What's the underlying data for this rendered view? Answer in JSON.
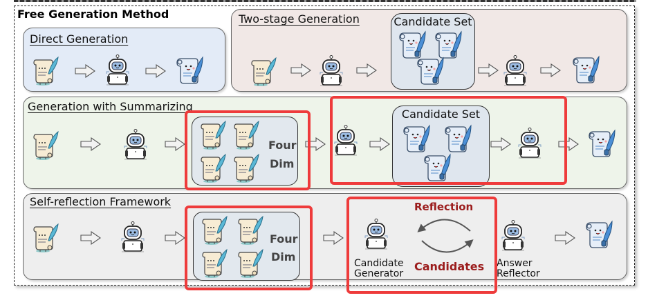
{
  "figure": {
    "title": "Free Generation Method",
    "colors": {
      "highlight_border": "#ee3b3b",
      "reflection_text": "#9b1c1c",
      "direct_bg": "#e3ebf7",
      "two_stage_bg": "#f1e8e6",
      "summarizing_bg": "#eef4ea",
      "self_reflection_bg": "#eeeeee"
    }
  },
  "panels": {
    "direct": {
      "title": "Direct Generation"
    },
    "two_stage": {
      "title": "Two-stage Generation",
      "candidate_set": "Candidate Set"
    },
    "summarizing": {
      "title": "Generation with Summarizing",
      "four_dim": [
        "Four",
        "Dim"
      ],
      "candidate_set": "Candidate Set"
    },
    "self_reflection": {
      "title": "Self-reflection Framework",
      "four_dim": [
        "Four",
        "Dim"
      ],
      "reflection_label": "Reflection",
      "candidates_label": "Candidates",
      "generator_label": [
        "Candidate",
        "Generator"
      ],
      "reflector_label": [
        "Answer",
        "Reflector"
      ]
    }
  },
  "icons": {
    "input_scroll": "scroll-quill-icon",
    "llm": "robot-icon",
    "output_scroll": "answer-scroll-icon",
    "arrow": "right-arrow-icon"
  }
}
